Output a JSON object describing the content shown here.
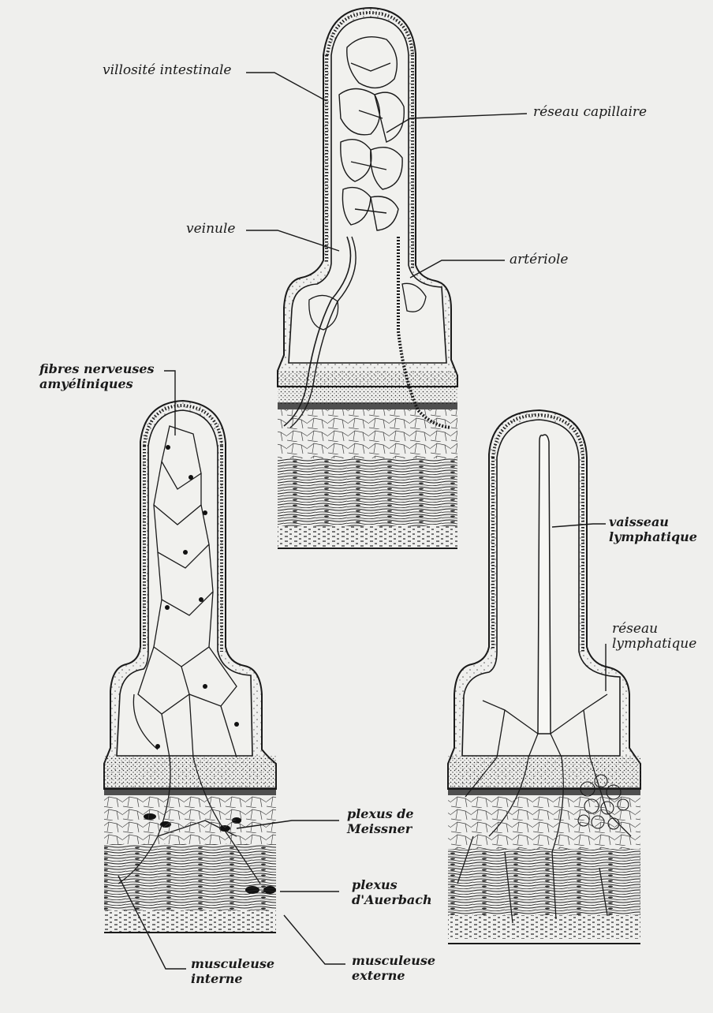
{
  "labels": {
    "villosite": "villosité intestinale",
    "reseau_capillaire": "réseau capillaire",
    "veinule": "veinule",
    "arteriole": "artériole",
    "fibres_line1": "fibres nerveuses",
    "fibres_line2": "amyéliniques",
    "vaisseau_line1": "vaisseau",
    "vaisseau_line2": "lymphatique",
    "reseau_lymph_line1": "réseau",
    "reseau_lymph_line2": "lymphatique",
    "meissner_line1": "plexus de",
    "meissner_line2": "Meissner",
    "auerbach_line1": "plexus",
    "auerbach_line2": "d'Auerbach",
    "musc_interne_line1": "musculeuse",
    "musc_interne_line2": "interne",
    "musc_externe_line1": "musculeuse",
    "musc_externe_line2": "externe"
  },
  "colors": {
    "ink": "#1a1a1a",
    "paper": "#efefed",
    "nucleus": "#111111"
  }
}
